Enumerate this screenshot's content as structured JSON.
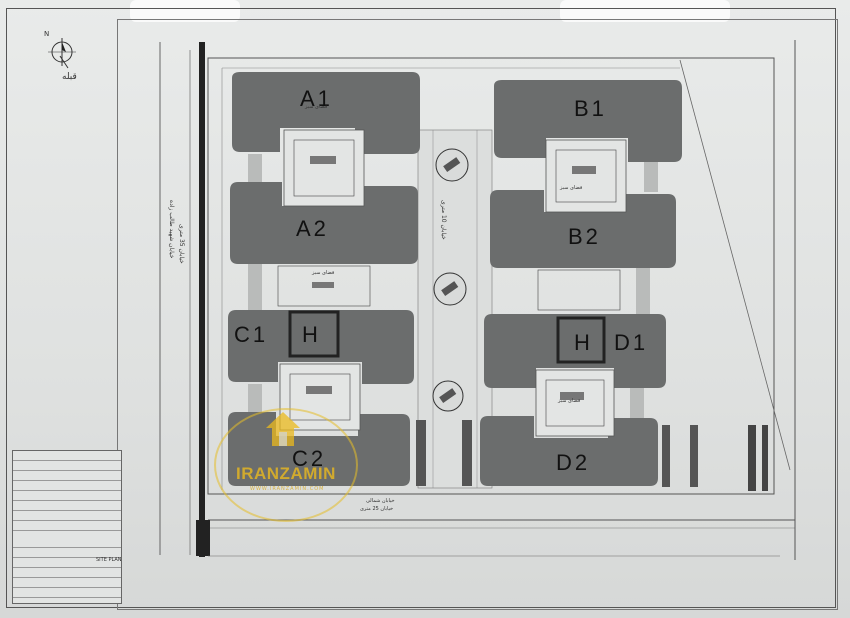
{
  "drawing": {
    "north_label": "N",
    "qibla_label": "قبله",
    "sheet_title": "SITE PLAN"
  },
  "blocks": {
    "a1": "A1",
    "b1": "B1",
    "a2": "A2",
    "b2": "B2",
    "c1": "C1",
    "d1": "D1",
    "c2": "C2",
    "d2": "D2",
    "h_left": "H",
    "h_right": "H"
  },
  "annotations": {
    "green_space": "فضای سبز",
    "west_street": "خیابان شهید طالب زاده",
    "west_street_width": "خیابان 35 متری",
    "central_path": "خیابان 10 متری",
    "south_street": "خیابان شمالی",
    "south_street_width": "خیابان 25 متری"
  },
  "watermark": {
    "brand": "IRANZAMIN",
    "sub": "WWW.IRANZAMIN.COM"
  },
  "colors": {
    "building": "#6b6d6d",
    "courtyard": "#d9dbda",
    "line": "#444444",
    "watermark": "#e8b82a"
  }
}
